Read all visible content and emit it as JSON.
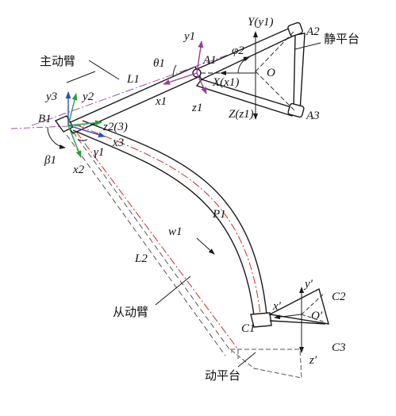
{
  "labels": {
    "static_platform": "静平台",
    "active_arm": "主动臂",
    "driven_arm": "从动臂",
    "moving_platform": "动平台",
    "L1": "L1",
    "L2": "L2",
    "theta1": "θ1",
    "phi2": "φ2",
    "A1": "A1",
    "A2": "A2",
    "A3": "A3",
    "O": "O",
    "O_prime": "O′",
    "X_x1": "X(x1)",
    "Y_y1": "Y(y1)",
    "Z_z1": "Z(z1)",
    "x1": "x1",
    "y1": "y1",
    "z1": "z1",
    "B1": "B1",
    "beta1": "β1",
    "gamma1": "γ1",
    "x2": "x2",
    "y2": "y2",
    "x3": "x3",
    "y3": "y3",
    "z23": "z2(3)",
    "P1": "P1",
    "w1": "w1",
    "C1": "C1",
    "C2": "C2",
    "C3": "C3",
    "x_prime": "x′",
    "y_prime": "y′",
    "z_prime": "z′"
  },
  "colors": {
    "line": "#1a1a1a",
    "axis_purple": "#9a3c9a",
    "axis_green": "#2f9a3c",
    "axis_blue": "#2a52b8",
    "center_line_red": "#d0282a",
    "dashed": "#555555"
  }
}
